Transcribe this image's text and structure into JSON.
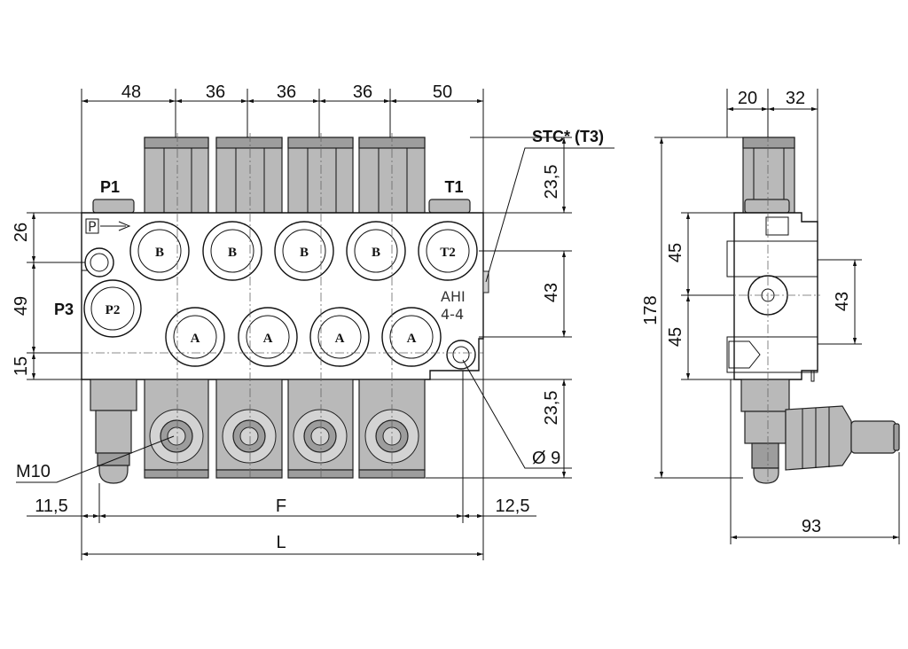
{
  "dimensions": {
    "top": [
      "48",
      "36",
      "36",
      "36",
      "50"
    ],
    "side_top": [
      "20",
      "32"
    ],
    "left": [
      "26",
      "49",
      "15"
    ],
    "right_mid": [
      "23,5",
      "43",
      "23,5"
    ],
    "side_left": [
      "178",
      "45",
      "45"
    ],
    "side_right": "43",
    "bottom_left": "11,5",
    "bottom_f": "F",
    "bottom_right": "12,5",
    "bottom_l": "L",
    "side_bottom": "93",
    "diameter": "Ø 9"
  },
  "labels": {
    "p1": "P1",
    "t1": "T1",
    "p3": "P3",
    "stc": "STC* (T3)",
    "m10": "M10",
    "p_arrow": "P",
    "ahi": "AHI",
    "code": "4-4"
  },
  "ports": {
    "b": [
      "B",
      "B",
      "B",
      "B"
    ],
    "t2": "T2",
    "p2": "P2",
    "a": [
      "A",
      "A",
      "A",
      "A"
    ]
  }
}
